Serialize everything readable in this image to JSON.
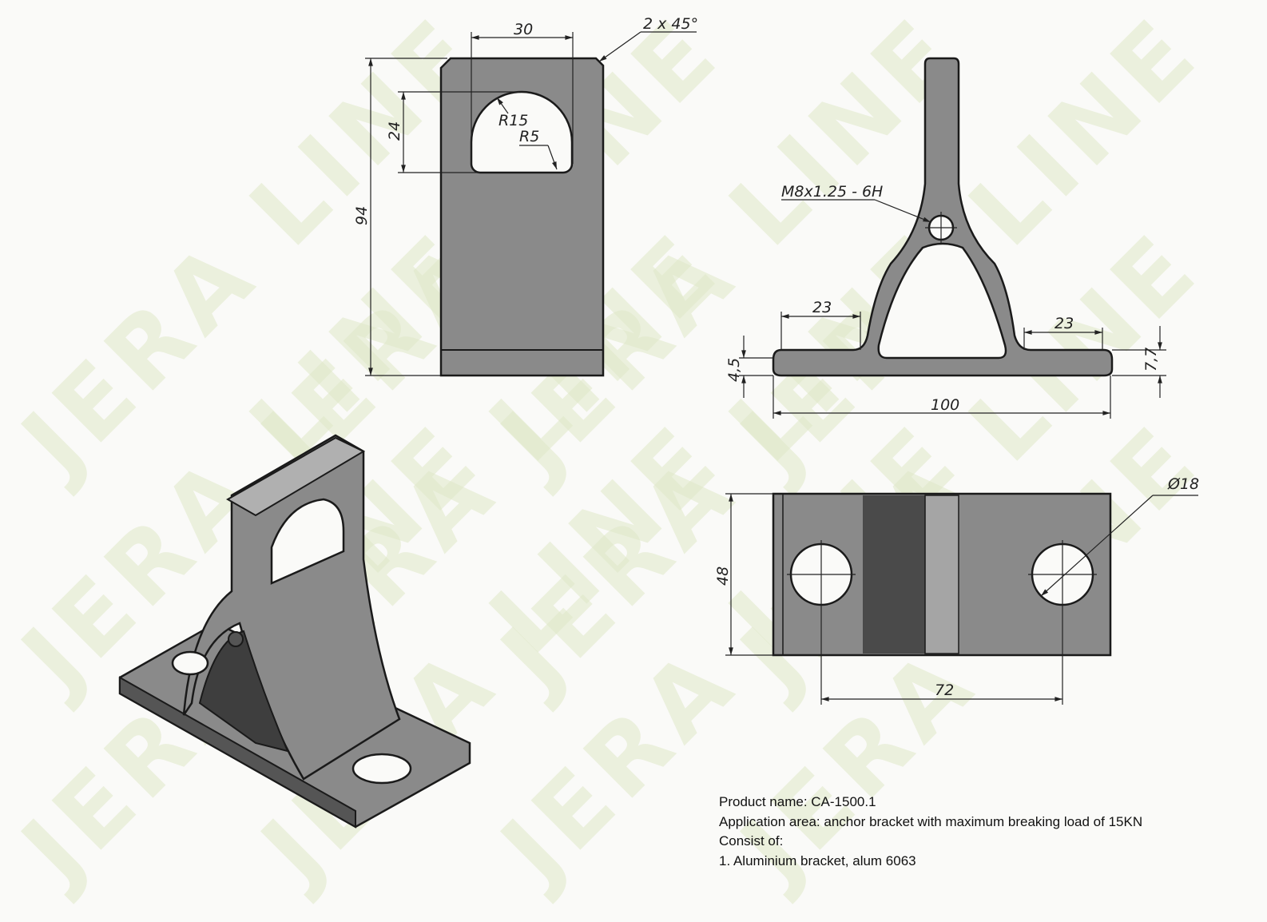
{
  "watermark": "JERA LINE",
  "front_view": {
    "dims": {
      "width_hole": "30",
      "chamfer": "2 x 45°",
      "radius_top": "R15",
      "radius_corner": "R5",
      "hole_height": "24",
      "height": "94"
    }
  },
  "side_view": {
    "thread": "M8x1.25 - 6H",
    "dims": {
      "left_flange": "23",
      "right_flange": "23",
      "base_thickness": "4,5",
      "lip_height": "7,7",
      "length": "100"
    }
  },
  "bottom_view": {
    "dims": {
      "hole_diameter": "Ø18",
      "width": "48",
      "hole_spacing": "72"
    }
  },
  "info": {
    "product": "Product name: CA-1500.1",
    "application": "Application area: anchor bracket with maximum breaking load of 15KN",
    "consist": "Consist of:",
    "item1": "1. Aluminium bracket, alum 6063"
  },
  "colors": {
    "part": "#8a8a8a",
    "watermark": "#dfe8c8",
    "dark_band": "#4a4a4a"
  }
}
